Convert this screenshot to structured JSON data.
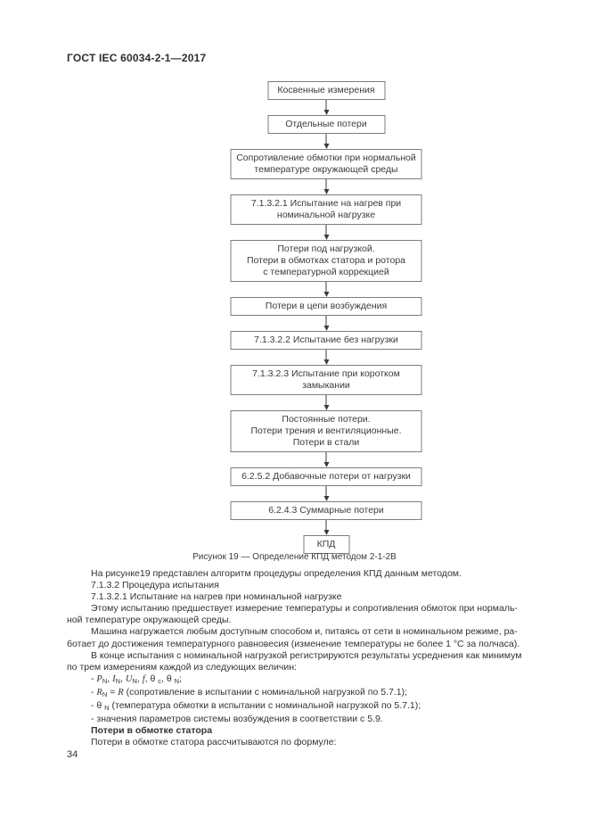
{
  "header": {
    "title": "ГОСТ IEC 60034-2-1—2017"
  },
  "figure": {
    "caption": "Рисунок 19 — Определение КПД методом 2-1-2В",
    "boxes": [
      {
        "lines": [
          "Косвенные измерения"
        ]
      },
      {
        "lines": [
          "Отдельные потери"
        ]
      },
      {
        "lines": [
          "Сопротивление обмотки при нормальной",
          "температуре окружающей среды"
        ]
      },
      {
        "lines": [
          "7.1.3.2.1 Испытание на нагрев при",
          "номинальной нагрузке"
        ]
      },
      {
        "lines": [
          "Потери под нагрузкой.",
          "Потери в обмотках статора и ротора",
          "с температурной коррекцией"
        ]
      },
      {
        "lines": [
          "Потери в цепи возбуждения"
        ]
      },
      {
        "lines": [
          "7.1.3.2.2 Испытание без нагрузки"
        ]
      },
      {
        "lines": [
          "7.1.3.2.3 Испытание при коротком замыкании"
        ]
      },
      {
        "lines": [
          "Постоянные потери.",
          "Потери трения и вентиляционные.",
          "Потери в стали"
        ]
      },
      {
        "lines": [
          "6.2.5.2 Добавочные потери от нагрузки"
        ]
      },
      {
        "lines": [
          "6.2.4.3 Суммарные потери"
        ]
      },
      {
        "lines": [
          "КПД"
        ]
      }
    ]
  },
  "body": {
    "lines": [
      {
        "indent": true,
        "text": "На рисунке19 представлен алгоритм процедуры определения КПД данным методом."
      },
      {
        "indent": true,
        "text": "7.1.3.2 Процедура испытания"
      },
      {
        "indent": true,
        "text": "7.1.3.2.1 Испытание на нагрев при номинальной нагрузке"
      },
      {
        "indent": true,
        "text": "Этому испытанию предшествует измерение температуры и сопротивления обмоток при нормаль-"
      },
      {
        "indent": false,
        "text": "ной температуре окружающей среды."
      },
      {
        "indent": true,
        "text": "Машина нагружается любым доступным способом и, питаясь от сети в номинальном режиме, ра-"
      },
      {
        "indent": false,
        "text": "ботает до достижения температурного равновесия (изменение температуры не более 1 °С за полчаса)."
      },
      {
        "indent": true,
        "text": "В конце испытания с номинальной нагрузкой регистрируются результаты усреднения как минимум"
      },
      {
        "indent": false,
        "text": "по трем измерениям каждой из следующих величин:"
      },
      {
        "indent": true,
        "segments": [
          {
            "t": "- "
          },
          {
            "t": "P",
            "i": true
          },
          {
            "t": "N",
            "sub": true
          },
          {
            "t": ", "
          },
          {
            "t": "I",
            "i": true
          },
          {
            "t": "N",
            "sub": true
          },
          {
            "t": ", "
          },
          {
            "t": "U",
            "i": true
          },
          {
            "t": "N",
            "sub": true
          },
          {
            "t": ", "
          },
          {
            "t": "f",
            "i": true
          },
          {
            "t": ", θ "
          },
          {
            "t": "c",
            "sub": true
          },
          {
            "t": ", θ "
          },
          {
            "t": "N",
            "sub": true
          },
          {
            "t": ";"
          }
        ]
      },
      {
        "indent": true,
        "segments": [
          {
            "t": "- "
          },
          {
            "t": "R",
            "i": true
          },
          {
            "t": "N",
            "sub": true
          },
          {
            "t": " = "
          },
          {
            "t": "R",
            "i": true
          },
          {
            "t": " (сопротивление в испытании с номинальной нагрузкой по 5.7.1);"
          }
        ]
      },
      {
        "indent": true,
        "segments": [
          {
            "t": "- θ "
          },
          {
            "t": "N",
            "sub": true
          },
          {
            "t": " (температура обмотки в испытании с номинальной нагрузкой по 5.7.1);"
          }
        ]
      },
      {
        "indent": true,
        "text": "- значения параметров системы возбуждения в соответствии с 5.9."
      },
      {
        "indent": true,
        "bold": true,
        "text": "Потери в обмотке статора"
      },
      {
        "indent": true,
        "text": "Потери в обмотке статора рассчитываются по формуле:"
      }
    ]
  },
  "footer": {
    "page_number": "34"
  }
}
